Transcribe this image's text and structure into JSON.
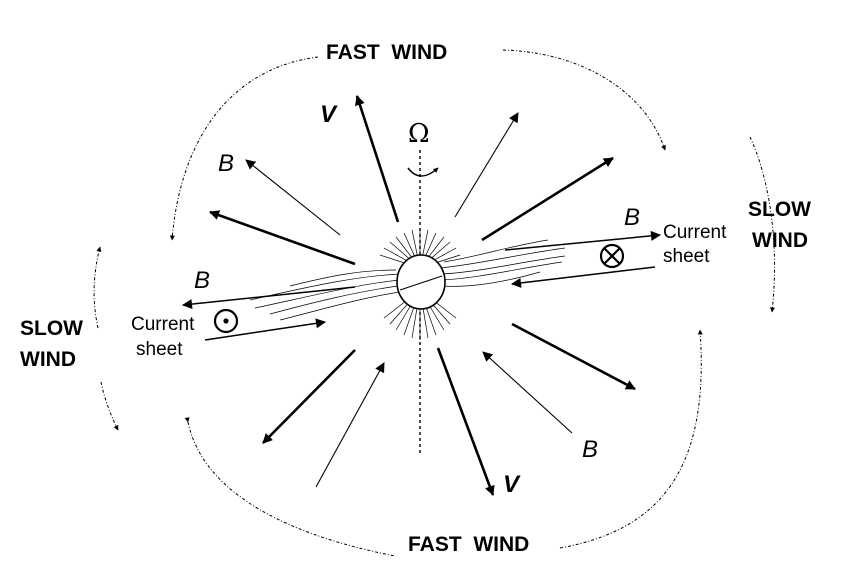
{
  "labels": {
    "fast_wind_top": "FAST  WIND",
    "fast_wind_bottom": "FAST  WIND",
    "slow_wind_left_1": "SLOW",
    "slow_wind_left_2": "WIND",
    "slow_wind_right_1": "SLOW",
    "slow_wind_right_2": "WIND",
    "current_left_1": "Current",
    "current_left_2": "sheet",
    "current_right_1": "Current",
    "current_right_2": "sheet",
    "omega": "Ω",
    "v_top": "V",
    "v_bottom": "V",
    "b_upper_left": "B",
    "b_left": "B",
    "b_right": "B",
    "b_lower_right": "B"
  },
  "symbols": {
    "out_of_page": "dot-in-circle",
    "into_page": "cross-in-circle"
  },
  "colors": {
    "ink": "#000000",
    "background": "#ffffff"
  }
}
